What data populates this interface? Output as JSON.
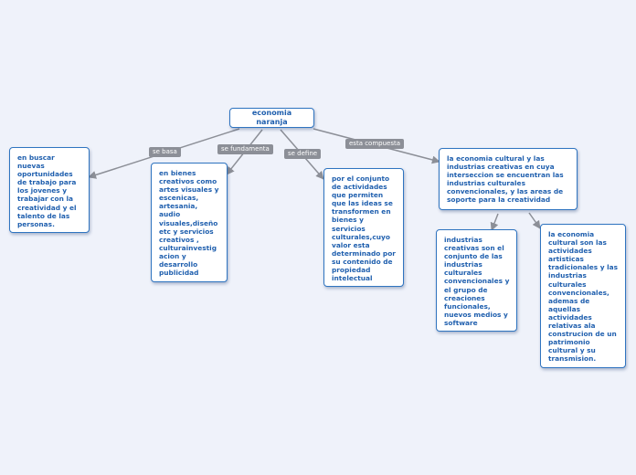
{
  "map": {
    "root": "economia naranja",
    "branches": {
      "se_basa": {
        "label": "se basa",
        "text": "en buscar nuevas oportunidades de trabajo para los jovenes y trabajar con la creatividad y el talento de las personas."
      },
      "se_fundamenta": {
        "label": "se fundamenta",
        "text": "en bienes creativos como artes visuales y escenicas, artesania, audio visuales,diseño etc y servicios creativos , culturainvestig acion y desarrollo publicidad"
      },
      "se_define": {
        "label": "se define",
        "text": "por el conjunto de actividades que permiten que las ideas se transformen en bienes y servicios culturales,cuyo valor esta determinado por su contenido de propiedad intelectual"
      },
      "esta_compuesta": {
        "label": "esta compuesta",
        "text": "la economia cultural y las industrias creativas en cuya interseccion se encuentran las industrias culturales convencionales, y las areas de soporte para la creatividad",
        "children": {
          "industrias": "industrias creativas son el conjunto de las industrias culturales convencionales y el grupo de creaciones funcionales, nuevos medios y software",
          "economia_cultural": "la economia cultural son las actividades artisticas tradicionales y las industrias culturales convencionales, ademas de aquellas actividades relativas ala construcion de un patrimonio cultural y su transmision."
        }
      }
    }
  },
  "colors": {
    "background": "#eff2fa",
    "node_border": "#2f74c0",
    "node_text": "#1f5fae",
    "connector": "#8c8f97",
    "label_bg": "#8c8f97",
    "label_text": "#ffffff"
  }
}
